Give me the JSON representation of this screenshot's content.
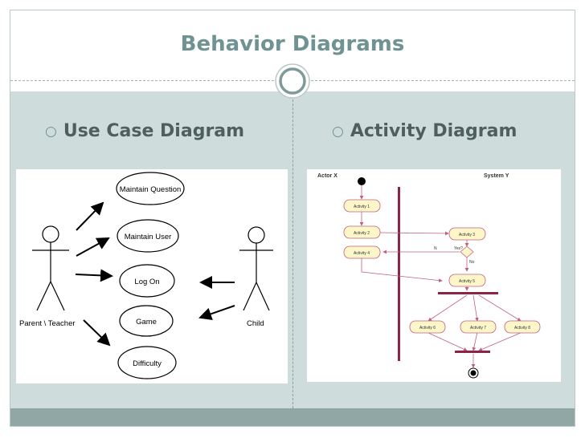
{
  "slide": {
    "title": "Behavior Diagrams",
    "accent_color": "#6f9292",
    "left_bullet": "Use Case Diagram",
    "right_bullet": "Activity Diagram"
  },
  "use_case_diagram": {
    "actors": [
      "Parent \\ Teacher",
      "Child"
    ],
    "use_cases": [
      "Maintain Question",
      "Maintain User",
      "Log On",
      "Game",
      "Difficulty"
    ]
  },
  "activity_diagram": {
    "swimlanes": [
      "Actor X",
      "System  Y"
    ],
    "activities": [
      "Activity 1",
      "Activity 2",
      "Activity 3",
      "Activity 4",
      "Activity 5",
      "Activity 6",
      "Activity 7",
      "Activity 8"
    ],
    "guards": [
      "Yes?",
      "N",
      "No"
    ]
  }
}
